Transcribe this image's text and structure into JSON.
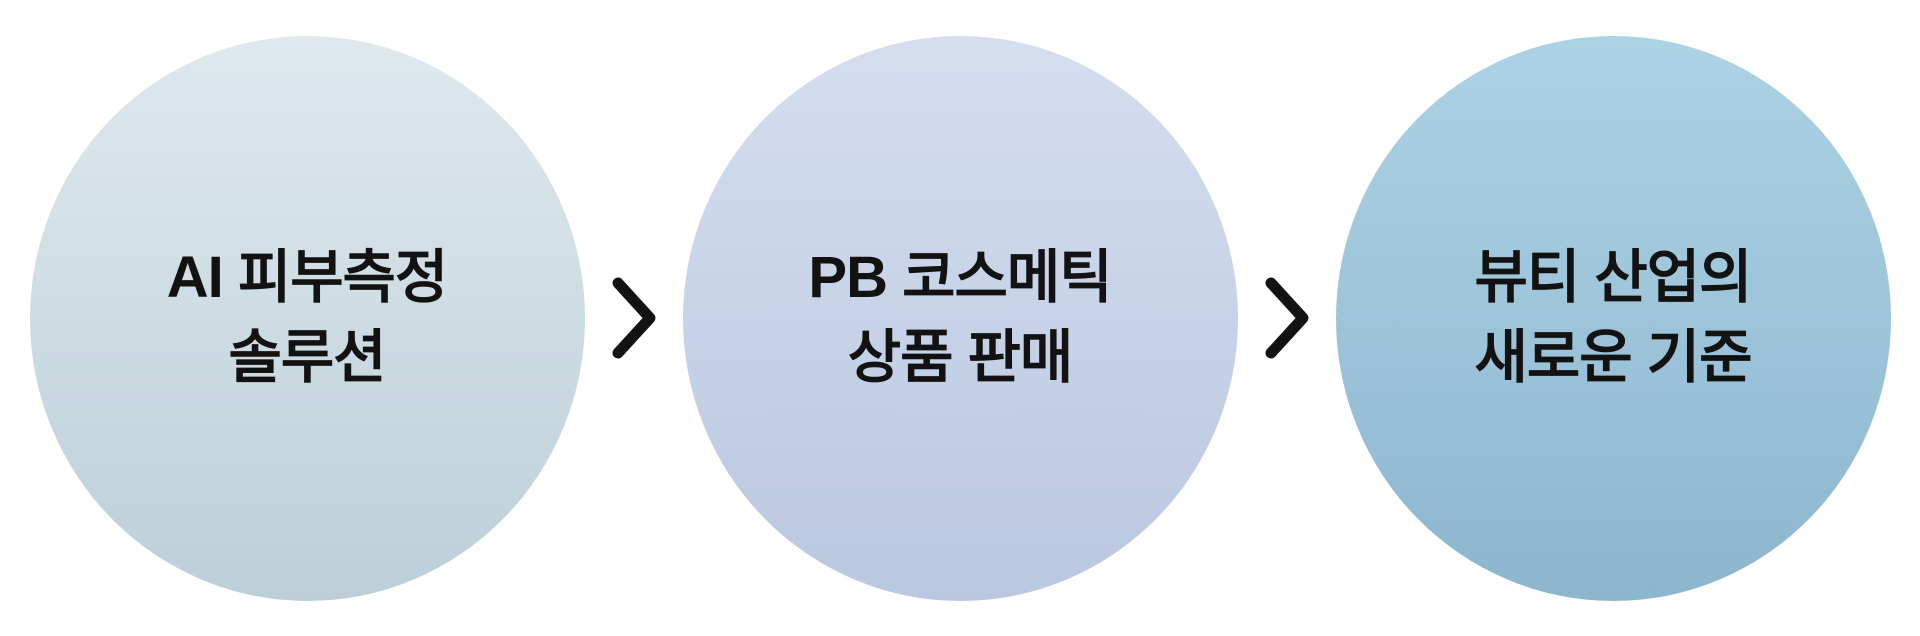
{
  "diagram": {
    "title": "",
    "type": "process-flow",
    "separator_icon": "chevron-right-icon",
    "steps": [
      {
        "id": "step-1",
        "line1": "AI 피부측정",
        "line2": "솔루션",
        "color_top": "#dfe9ee",
        "color_bottom": "#bccfd8"
      },
      {
        "id": "step-2",
        "line1": "PB 코스메틱",
        "line2": "상품 판매",
        "color_top": "#d5deef",
        "color_bottom": "#b9c7e0"
      },
      {
        "id": "step-3",
        "line1": "뷰티 산업의",
        "line2": "새로운 기준",
        "color_top": "#aed2e5",
        "color_bottom": "#8cb6ce"
      }
    ],
    "text_color": "#121212",
    "arrow_color": "#121212"
  }
}
